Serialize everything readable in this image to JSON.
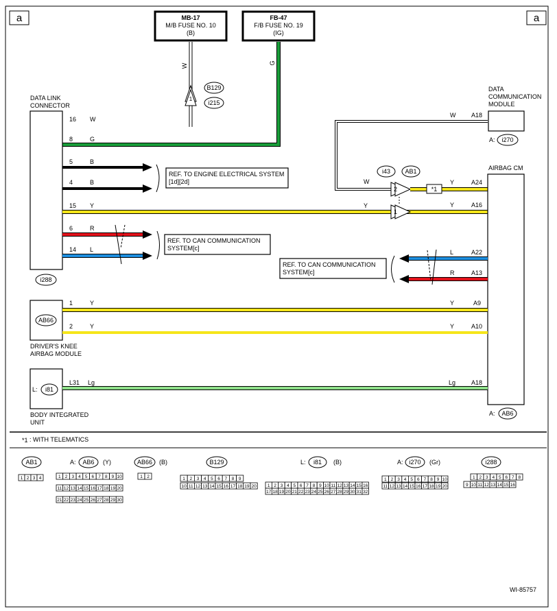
{
  "corner": {
    "left": "a",
    "right": "a"
  },
  "fuse_mb17": {
    "l1": "MB-17",
    "l2": "M/B FUSE NO. 10",
    "l3": "(B)"
  },
  "fuse_fb47": {
    "l1": "FB-47",
    "l2": "F/B FUSE NO. 19",
    "l3": "(IG)"
  },
  "fuse_wire": {
    "w": "W",
    "g": "G"
  },
  "b129": {
    "label": "B129",
    "i215": "i215",
    "pin": "1"
  },
  "dlc": {
    "title1": "DATA LINK",
    "title2": "CONNECTOR",
    "conn": "i288",
    "pins": [
      {
        "pin": "16",
        "color": "W"
      },
      {
        "pin": "8",
        "color": "G"
      },
      {
        "pin": "5",
        "color": "B"
      },
      {
        "pin": "4",
        "color": "B"
      },
      {
        "pin": "15",
        "color": "Y"
      },
      {
        "pin": "6",
        "color": "R"
      },
      {
        "pin": "14",
        "color": "L"
      }
    ]
  },
  "ref_engine": {
    "l1": "REF. TO ENGINE ELECTRICAL SYSTEM",
    "l2": "[1d][2d]"
  },
  "ref_can1": {
    "l1": "REF. TO CAN COMMUNICATION",
    "l2": "SYSTEM[c]"
  },
  "ref_can2": {
    "l1": "REF. TO CAN COMMUNICATION",
    "l2": "SYSTEM[c]"
  },
  "dcm": {
    "l1": "DATA",
    "l2": "COMMUNICATION",
    "l3": "MODULE",
    "prefix": "A:",
    "conn": "i270",
    "wire": "W",
    "pin": "A18"
  },
  "airbag": {
    "title": "AIRBAG CM",
    "prefix": "A:",
    "conn": "AB6",
    "pins": [
      {
        "color": "Y",
        "pin": "A24"
      },
      {
        "color": "Y",
        "pin": "A16"
      },
      {
        "color": "L",
        "pin": "A22"
      },
      {
        "color": "R",
        "pin": "A13"
      },
      {
        "color": "Y",
        "pin": "A9"
      },
      {
        "color": "Y",
        "pin": "A10"
      },
      {
        "color": "Lg",
        "pin": "A18"
      }
    ]
  },
  "joint": {
    "i43": "i43",
    "ab1": "AB1",
    "pin2": "2",
    "pin1": "1",
    "w": "W",
    "y": "Y",
    "star": "*1"
  },
  "knee": {
    "conn": "AB66",
    "l1": "DRIVER'S KNEE",
    "l2": "AIRBAG MODULE",
    "p1": "1",
    "p2": "2",
    "c": "Y"
  },
  "biu": {
    "prefix": "L:",
    "conn": "i81",
    "l1": "BODY INTEGRATED",
    "l2": "UNIT",
    "pin": "L31",
    "color": "Lg"
  },
  "legend": {
    "star": "*1",
    "text": ": WITH TELEMATICS"
  },
  "connectors": [
    {
      "prefix": "",
      "name": "AB1",
      "color": ""
    },
    {
      "prefix": "A:",
      "name": "AB6",
      "color": "(Y)"
    },
    {
      "prefix": "",
      "name": "AB66",
      "color": "(B)"
    },
    {
      "prefix": "",
      "name": "B129",
      "color": ""
    },
    {
      "prefix": "L:",
      "name": "i81",
      "color": "(B)"
    },
    {
      "prefix": "A:",
      "name": "i270",
      "color": "(Gr)"
    },
    {
      "prefix": "",
      "name": "i288",
      "color": ""
    }
  ],
  "diagram_id": "WI-85757",
  "colors": {
    "W": "#ffffff",
    "G": "#1a9e3a",
    "B": "#000000",
    "Y": "#f5e51a",
    "R": "#e3121b",
    "L": "#1e8fe0",
    "Lg": "#8fe08a"
  }
}
